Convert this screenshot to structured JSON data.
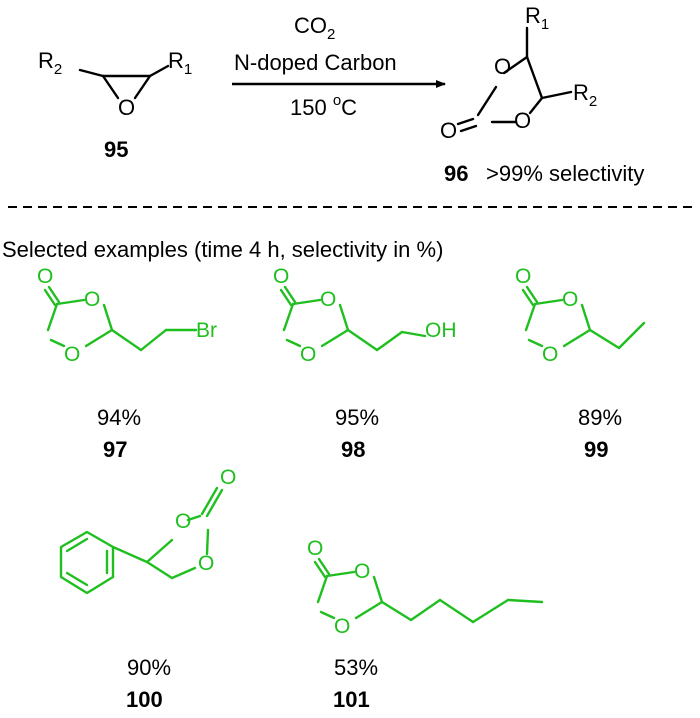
{
  "reaction": {
    "reactant_id": "95",
    "product_id": "96",
    "arrow_top": "CO",
    "arrow_top_sub": "2",
    "arrow_mid": "N-doped Carbon",
    "arrow_bottom": "150 ",
    "arrow_bottom_sup": "o",
    "arrow_bottom_unit": "C",
    "selectivity": ">99% selectivity",
    "r_letter": "R",
    "r1_sub": "1",
    "r2_sub": "2",
    "o_label": "O"
  },
  "examples": {
    "heading": "Selected examples (time 4 h, selectivity in %)",
    "o_label": "O",
    "br_label": "Br",
    "oh_label": "OH",
    "items": [
      {
        "yield": "94%",
        "id": "97"
      },
      {
        "yield": "95%",
        "id": "98"
      },
      {
        "yield": "89%",
        "id": "99"
      },
      {
        "yield": "90%",
        "id": "100"
      },
      {
        "yield": "53%",
        "id": "101"
      }
    ]
  },
  "colors": {
    "structure_green": "#1fbf1f",
    "text_black": "#000000"
  }
}
